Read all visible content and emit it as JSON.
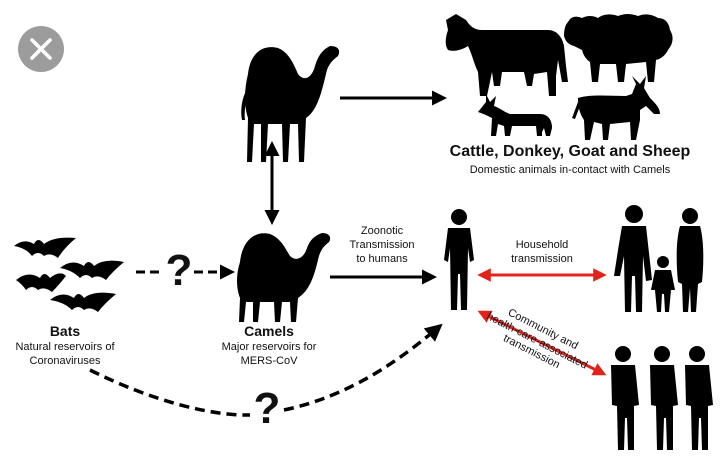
{
  "labels": {
    "domestic_title": "Cattle, Donkey, Goat and Sheep",
    "domestic_subtitle": "Domestic animals in-contact with Camels",
    "bats_title": "Bats",
    "bats_subtitle_1": "Natural reservoirs of",
    "bats_subtitle_2": "Coronaviruses",
    "camels_title": "Camels",
    "camels_subtitle_1": "Major reservoirs for",
    "camels_subtitle_2": "MERS-CoV",
    "zoonotic_1": "Zoonotic",
    "zoonotic_2": "Transmission",
    "zoonotic_3": "to humans",
    "household_1": "Household",
    "household_2": "transmission",
    "community_1": "Community and",
    "community_2": "health-care-associated",
    "community_3": "transmission"
  },
  "unknown_marks": [
    "?",
    "?"
  ],
  "colors": {
    "ink": "#000000",
    "arrow_red": "#e0231b",
    "close_button_bg": "#9c9c9c",
    "close_button_fg": "#ffffff"
  },
  "icons": {
    "close": "close-icon"
  }
}
